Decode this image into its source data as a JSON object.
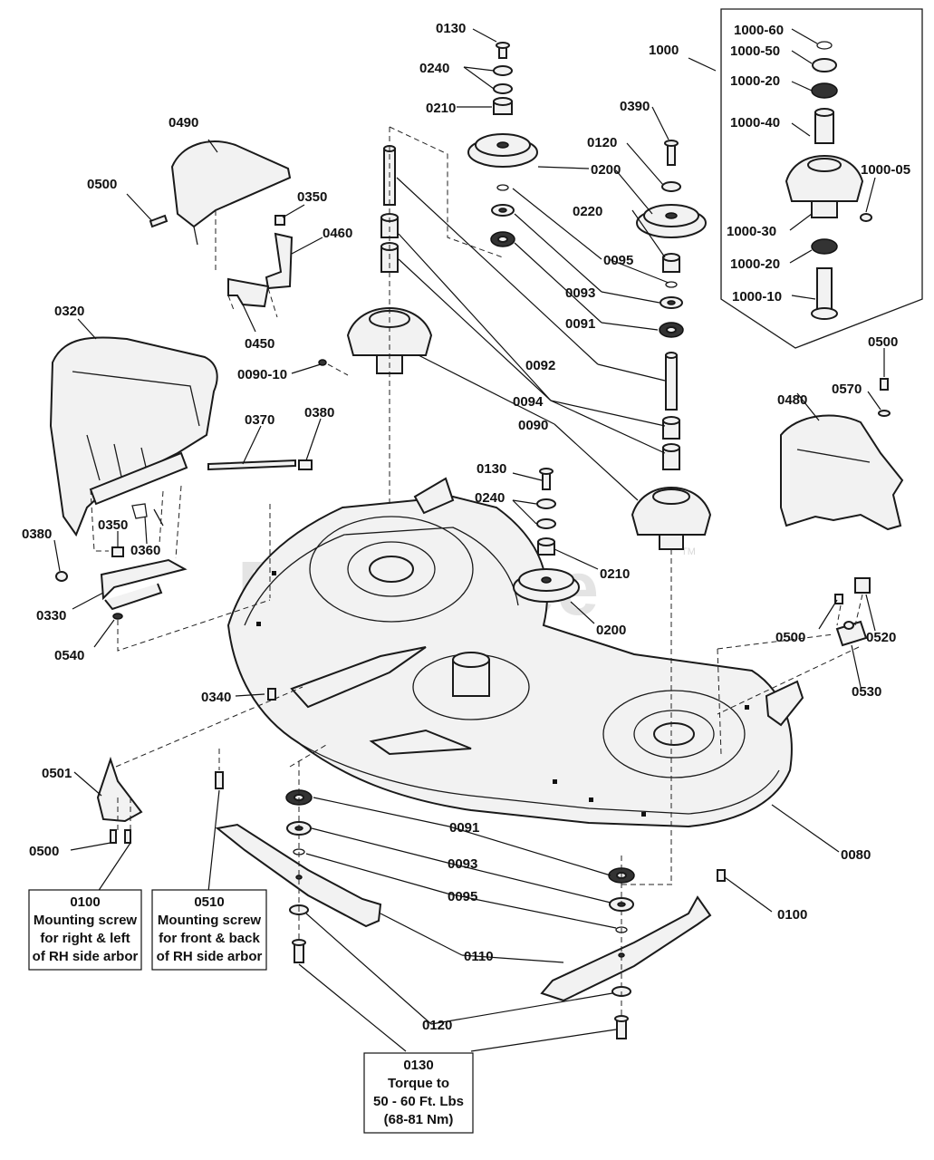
{
  "watermark": "PartsTree",
  "watermark_tm": "TM",
  "part_labels": {
    "p0130_top": "0130",
    "p0240_top": "0240",
    "p0210_top": "0210",
    "p0200_top": "0200",
    "p0095_top": "0095",
    "p0093_top": "0093",
    "p0091_top": "0091",
    "p0092": "0092",
    "p0094": "0094",
    "p0090": "0090",
    "p0090_10": "0090-10",
    "p0390": "0390",
    "p0120_top": "0120",
    "p0220": "0220",
    "p1000": "1000",
    "p1000_60": "1000-60",
    "p1000_50": "1000-50",
    "p1000_20a": "1000-20",
    "p1000_40": "1000-40",
    "p1000_05": "1000-05",
    "p1000_30": "1000-30",
    "p1000_20b": "1000-20",
    "p1000_10": "1000-10",
    "p0490": "0490",
    "p0500_a": "0500",
    "p0350_a": "0350",
    "p0460": "0460",
    "p0450": "0450",
    "p0320": "0320",
    "p0370": "0370",
    "p0380_a": "0380",
    "p0380_b": "0380",
    "p0350_b": "0350",
    "p0360": "0360",
    "p0330": "0330",
    "p0540": "0540",
    "p0130_mid": "0130",
    "p0240_mid": "0240",
    "p0210_mid": "0210",
    "p0200_mid": "0200",
    "p0500_b": "0500",
    "p0570": "0570",
    "p0480": "0480",
    "p0500_c": "0500",
    "p0520": "0520",
    "p0530": "0530",
    "p0340": "0340",
    "p0501": "0501",
    "p0500_d": "0500",
    "p0091_bot": "0091",
    "p0093_bot": "0093",
    "p0095_bot": "0095",
    "p0110": "0110",
    "p0120_bot": "0120",
    "p0080": "0080",
    "p0100": "0100"
  },
  "notes": {
    "box_0100": {
      "line1": "0100",
      "line2": "Mounting screw",
      "line3": "for right & left",
      "line4": "of RH side arbor"
    },
    "box_0510": {
      "line1": "0510",
      "line2": "Mounting screw",
      "line3": "for front & back",
      "line4": "of RH side arbor"
    },
    "box_0130": {
      "line1": "0130",
      "line2": "Torque to",
      "line3": "50 - 60 Ft. Lbs",
      "line4": "(68-81 Nm)"
    }
  }
}
